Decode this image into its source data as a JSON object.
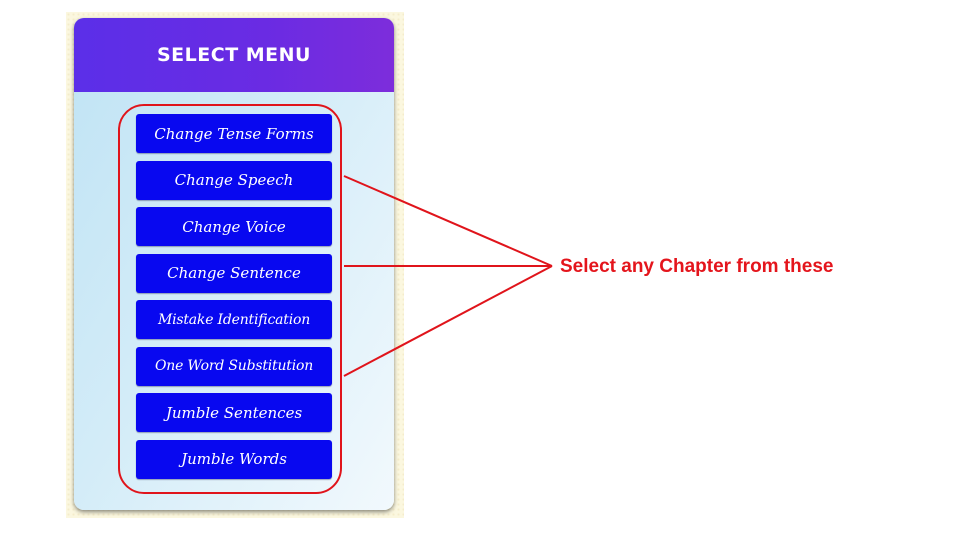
{
  "panel": {
    "title": "SELECT MENU"
  },
  "menu": {
    "items": [
      {
        "label": "Change Tense Forms"
      },
      {
        "label": "Change Speech"
      },
      {
        "label": "Change Voice"
      },
      {
        "label": "Change Sentence"
      },
      {
        "label": "Mistake Identification"
      },
      {
        "label": "One Word Substitution"
      },
      {
        "label": "Jumble Sentences"
      },
      {
        "label": "Jumble Words"
      }
    ]
  },
  "annotation": {
    "text": "Select any Chapter from these",
    "color": "#e4151c"
  },
  "colors": {
    "header": "#5b2fe8",
    "button": "#0808f0",
    "highlight_frame": "#e0141b"
  }
}
